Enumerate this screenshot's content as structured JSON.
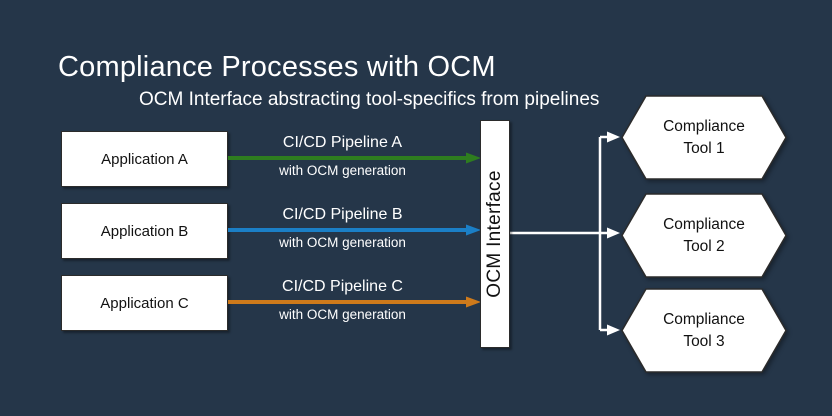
{
  "header": {
    "title": "Compliance Processes with OCM",
    "subtitle": "OCM Interface abstracting tool-specifics from pipelines"
  },
  "colors": {
    "background": "#253649",
    "pipeline_a": "#2e7d1f",
    "pipeline_b": "#1b7fc6",
    "pipeline_c": "#ce7a1b",
    "connector": "#ffffff",
    "shape_fill": "#ffffff",
    "shape_border": "#2b2b2b"
  },
  "applications": [
    {
      "label": "Application A"
    },
    {
      "label": "Application B"
    },
    {
      "label": "Application C"
    }
  ],
  "pipelines": [
    {
      "label": "CI/CD Pipeline A",
      "sublabel": "with OCM generation"
    },
    {
      "label": "CI/CD Pipeline B",
      "sublabel": "with OCM generation"
    },
    {
      "label": "CI/CD Pipeline C",
      "sublabel": "with OCM generation"
    }
  ],
  "interface": {
    "label": "OCM Interface"
  },
  "tools": [
    {
      "line1": "Compliance",
      "line2": "Tool 1"
    },
    {
      "line1": "Compliance",
      "line2": "Tool 2"
    },
    {
      "line1": "Compliance",
      "line2": "Tool 3"
    }
  ]
}
